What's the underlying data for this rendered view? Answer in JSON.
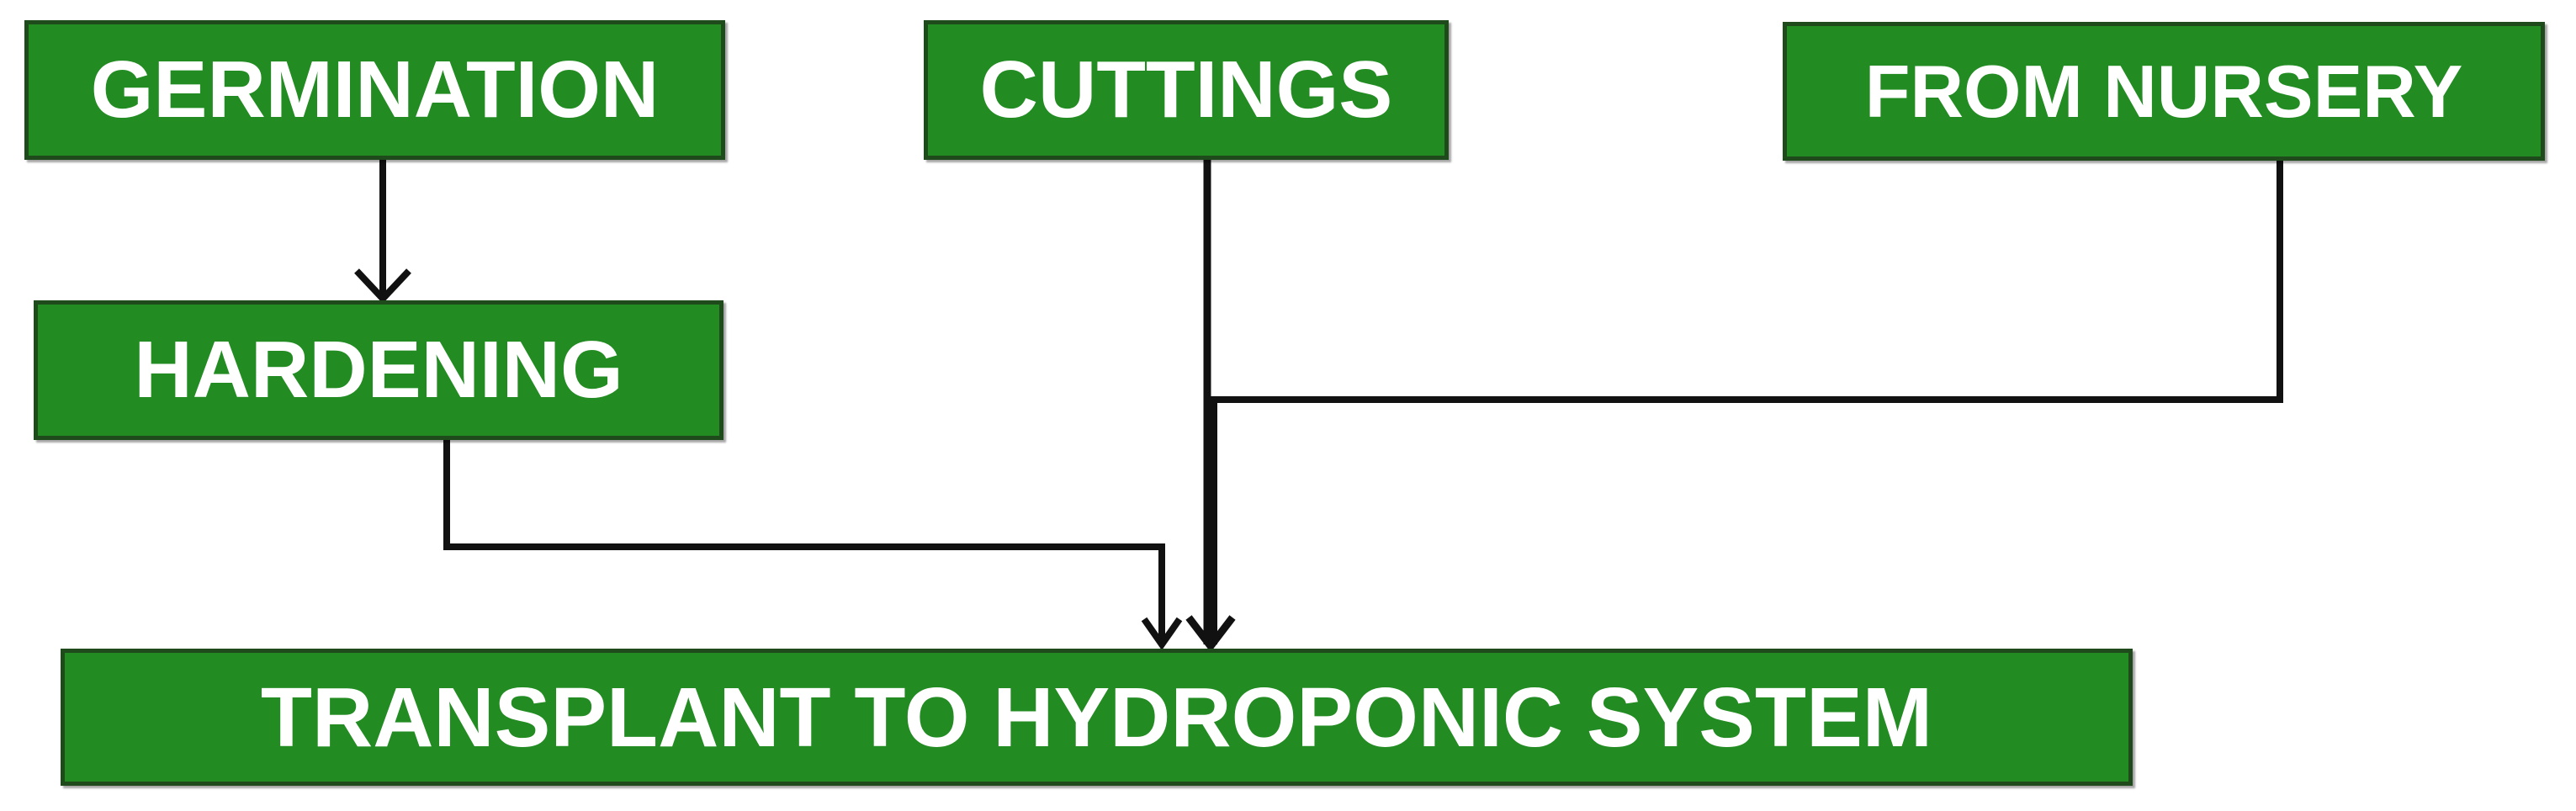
{
  "colors": {
    "box_fill": "#228B22",
    "box_border": "#1f4a1c",
    "box_text": "#ffffff",
    "connector": "#111111",
    "background": "#ffffff"
  },
  "nodes": {
    "germination": {
      "label": "GERMINATION"
    },
    "cuttings": {
      "label": "CUTTINGS"
    },
    "nursery": {
      "label": "FROM NURSERY"
    },
    "hardening": {
      "label": "HARDENING"
    },
    "transplant": {
      "label": "TRANSPLANT TO HYDROPONIC SYSTEM"
    }
  },
  "edges": [
    {
      "from": "germination",
      "to": "hardening"
    },
    {
      "from": "hardening",
      "to": "transplant"
    },
    {
      "from": "cuttings",
      "to": "transplant"
    },
    {
      "from": "nursery",
      "to": "transplant"
    }
  ]
}
